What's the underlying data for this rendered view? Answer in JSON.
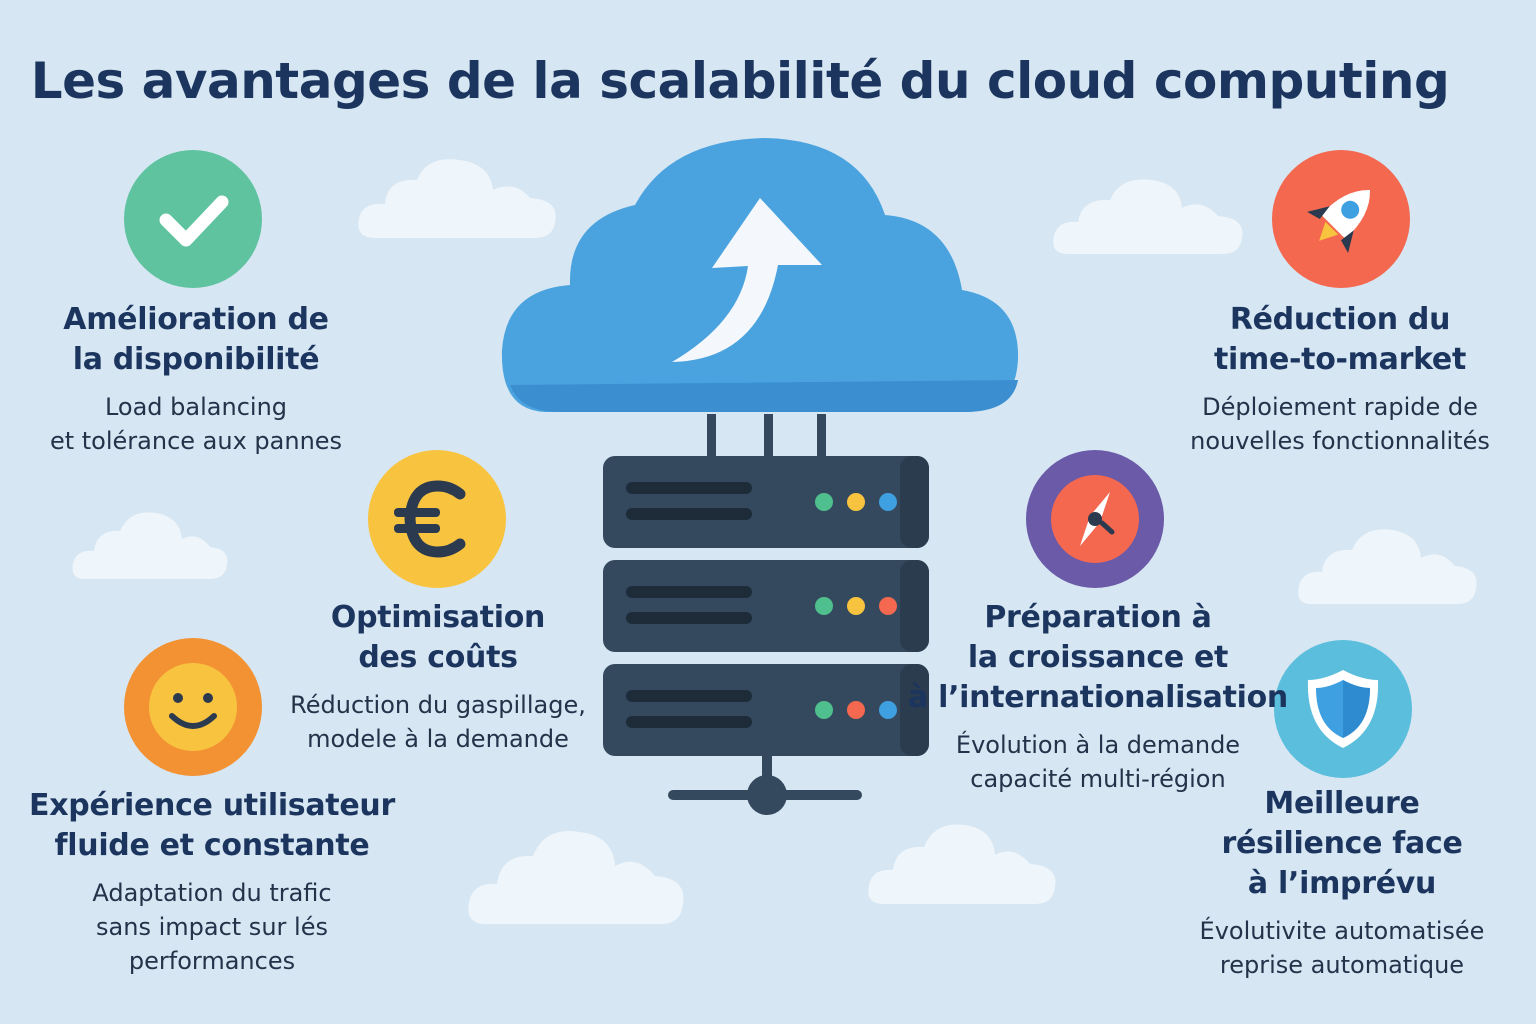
{
  "title": "Les avantages de la scalabilité du cloud computing",
  "colors": {
    "background": "#d6e6f2",
    "heading": "#1c355e",
    "cloud_blue": "#4aa3df",
    "server": "#34495e",
    "green": "#5fc3a0",
    "yellow": "#f8c440",
    "orange": "#f39233",
    "red": "#f3684f",
    "purple": "#6a5aa8",
    "teal": "#5bbedc"
  },
  "benefits": {
    "availability": {
      "icon": "checkmark-icon",
      "heading": "Amélioration de\nla disponibilité",
      "text": "Load balancing\net tolérance aux pannes"
    },
    "costs": {
      "icon": "euro-icon",
      "heading": "Optimisation\ndes coûts",
      "text": "Réduction du gaspillage,\nmodele à la demande"
    },
    "ux": {
      "icon": "smiley-icon",
      "heading": "Expérience utilisateur\nfluide et constante",
      "text": "Adaptation du trafic\nsans impact sur lés\nperformances"
    },
    "ttm": {
      "icon": "rocket-icon",
      "heading": "Réduction du\ntime-to-market",
      "text": "Déploiement rapide de\nnouvelles fonctionnalités"
    },
    "growth": {
      "icon": "compass-icon",
      "heading": "Préparation à\nla croissance et\nà l’internationalisation",
      "text": "Évolution à la demande\ncapacité multi-région"
    },
    "resilience": {
      "icon": "shield-icon",
      "heading": "Meilleure\nrésilience face\nà l’imprévu",
      "text": "Évolutivite automatisée\nreprise automatique"
    }
  }
}
